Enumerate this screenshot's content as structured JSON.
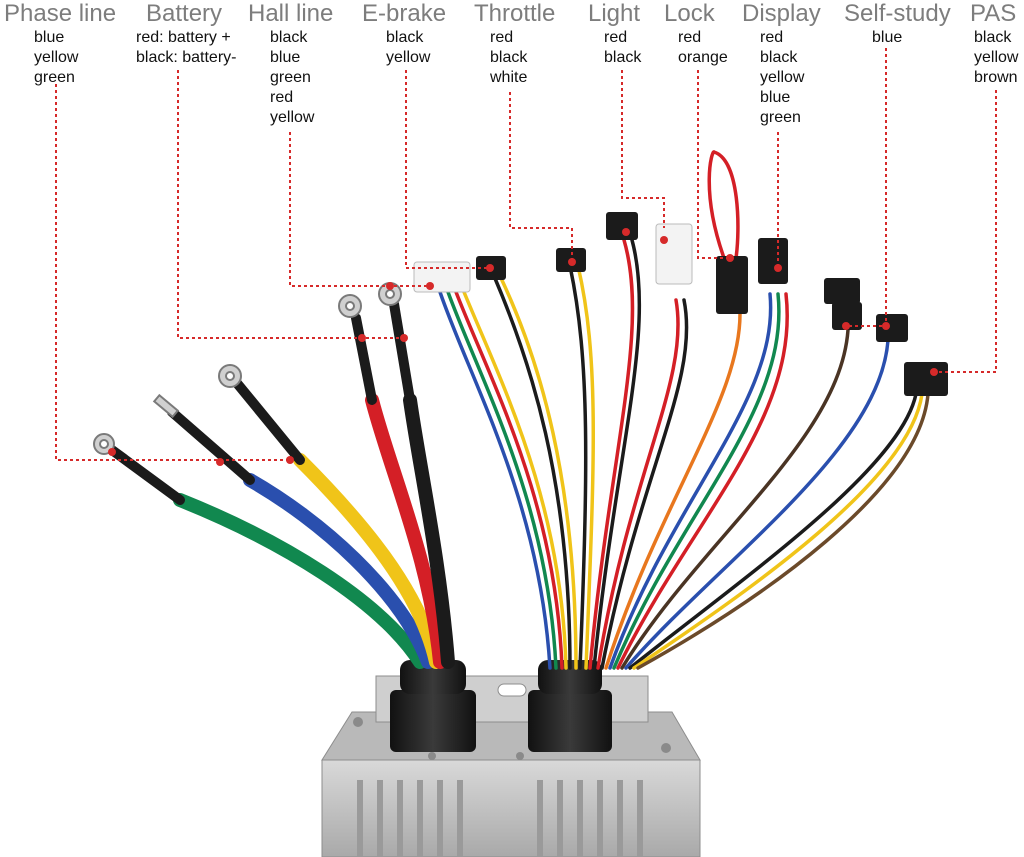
{
  "colors": {
    "leader": "#d62a2a",
    "title": "#7d7d7d",
    "text": "#111111",
    "wire_blue": "#2a4fae",
    "wire_yellow": "#f0c419",
    "wire_green": "#11884f",
    "wire_red": "#d41f26",
    "wire_black": "#1b1b1b",
    "housing": "#c6c6c6"
  },
  "labels": [
    {
      "id": "phase-line",
      "title": "Phase line",
      "wires": [
        "blue",
        "yellow",
        "green"
      ]
    },
    {
      "id": "battery",
      "title": "Battery",
      "wires": [
        "red: battery +",
        "black: battery-"
      ]
    },
    {
      "id": "hall-line",
      "title": "Hall line",
      "wires": [
        "black",
        "blue",
        "green",
        "red",
        "yellow"
      ]
    },
    {
      "id": "e-brake",
      "title": "E-brake",
      "wires": [
        "black",
        "yellow"
      ]
    },
    {
      "id": "throttle",
      "title": "Throttle",
      "wires": [
        "red",
        "black",
        "white"
      ]
    },
    {
      "id": "light",
      "title": "Light",
      "wires": [
        "red",
        "black"
      ]
    },
    {
      "id": "lock",
      "title": "Lock",
      "wires": [
        "red",
        "orange"
      ]
    },
    {
      "id": "display",
      "title": "Display",
      "wires": [
        "red",
        "black",
        "yellow",
        "blue",
        "green"
      ]
    },
    {
      "id": "self-study",
      "title": "Self-study",
      "wires": [
        "blue"
      ]
    },
    {
      "id": "pas",
      "title": "PAS",
      "wires": [
        "black",
        "yellow",
        "brown"
      ]
    }
  ]
}
